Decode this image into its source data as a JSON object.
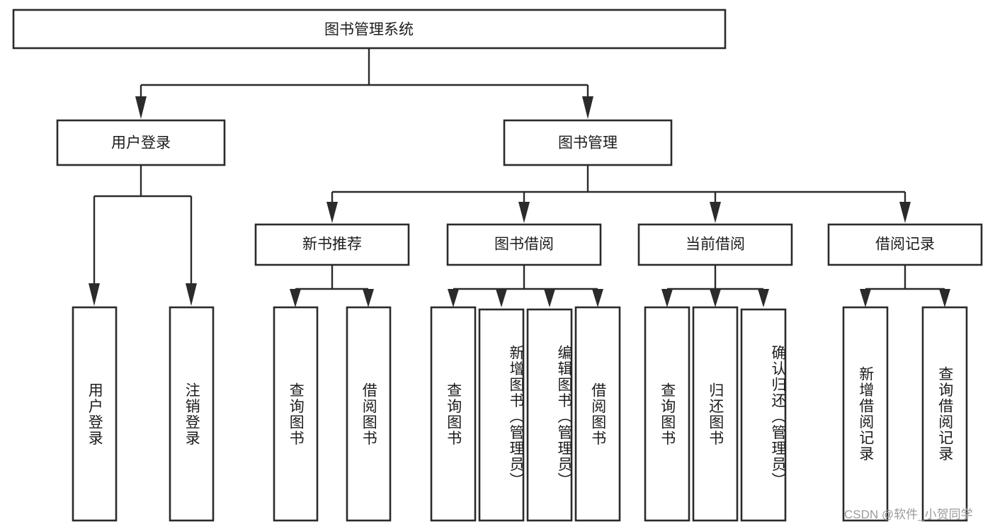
{
  "diagram": {
    "title": "图书管理系统",
    "watermark": "CSDN @软件_小贺同学",
    "root": {
      "label": "图书管理系统"
    },
    "level2": [
      {
        "label": "用户登录"
      },
      {
        "label": "图书管理"
      }
    ],
    "level3": [
      {
        "label": "新书推荐"
      },
      {
        "label": "图书借阅"
      },
      {
        "label": "当前借阅"
      },
      {
        "label": "借阅记录"
      }
    ],
    "leaves": {
      "user_login": [
        {
          "label": "用户登录"
        },
        {
          "label": "注销登录"
        }
      ],
      "new_book_recommend": [
        {
          "label": "查询图书"
        },
        {
          "label": "借阅图书"
        }
      ],
      "book_borrow": [
        {
          "label": "查询图书"
        },
        {
          "label": "新增图书（管理员）"
        },
        {
          "label": "编辑图书（管理员）"
        },
        {
          "label": "借阅图书"
        }
      ],
      "current_borrow": [
        {
          "label": "查询图书"
        },
        {
          "label": "归还图书"
        },
        {
          "label": "确认归还（管理员）"
        }
      ],
      "borrow_record": [
        {
          "label": "新增借阅记录"
        },
        {
          "label": "查询借阅记录"
        }
      ]
    }
  },
  "chart_data": {
    "type": "table",
    "title": "图书管理系统",
    "nodes": [
      {
        "id": "root",
        "label": "图书管理系统",
        "level": 0,
        "parent": null
      },
      {
        "id": "user-login",
        "label": "用户登录",
        "level": 1,
        "parent": "root"
      },
      {
        "id": "book-manage",
        "label": "图书管理",
        "level": 1,
        "parent": "root"
      },
      {
        "id": "new-book",
        "label": "新书推荐",
        "level": 2,
        "parent": "book-manage"
      },
      {
        "id": "book-borrow",
        "label": "图书借阅",
        "level": 2,
        "parent": "book-manage"
      },
      {
        "id": "current-borrow",
        "label": "当前借阅",
        "level": 2,
        "parent": "book-manage"
      },
      {
        "id": "borrow-record",
        "label": "借阅记录",
        "level": 2,
        "parent": "book-manage"
      },
      {
        "id": "ul-1",
        "label": "用户登录",
        "level": 2,
        "parent": "user-login"
      },
      {
        "id": "ul-2",
        "label": "注销登录",
        "level": 2,
        "parent": "user-login"
      },
      {
        "id": "nb-1",
        "label": "查询图书",
        "level": 3,
        "parent": "new-book"
      },
      {
        "id": "nb-2",
        "label": "借阅图书",
        "level": 3,
        "parent": "new-book"
      },
      {
        "id": "bb-1",
        "label": "查询图书",
        "level": 3,
        "parent": "book-borrow"
      },
      {
        "id": "bb-2",
        "label": "新增图书（管理员）",
        "level": 3,
        "parent": "book-borrow"
      },
      {
        "id": "bb-3",
        "label": "编辑图书（管理员）",
        "level": 3,
        "parent": "book-borrow"
      },
      {
        "id": "bb-4",
        "label": "借阅图书",
        "level": 3,
        "parent": "book-borrow"
      },
      {
        "id": "cb-1",
        "label": "查询图书",
        "level": 3,
        "parent": "current-borrow"
      },
      {
        "id": "cb-2",
        "label": "归还图书",
        "level": 3,
        "parent": "current-borrow"
      },
      {
        "id": "cb-3",
        "label": "确认归还（管理员）",
        "level": 3,
        "parent": "current-borrow"
      },
      {
        "id": "br-1",
        "label": "新增借阅记录",
        "level": 3,
        "parent": "borrow-record"
      },
      {
        "id": "br-2",
        "label": "查询借阅记录",
        "level": 3,
        "parent": "borrow-record"
      }
    ]
  }
}
